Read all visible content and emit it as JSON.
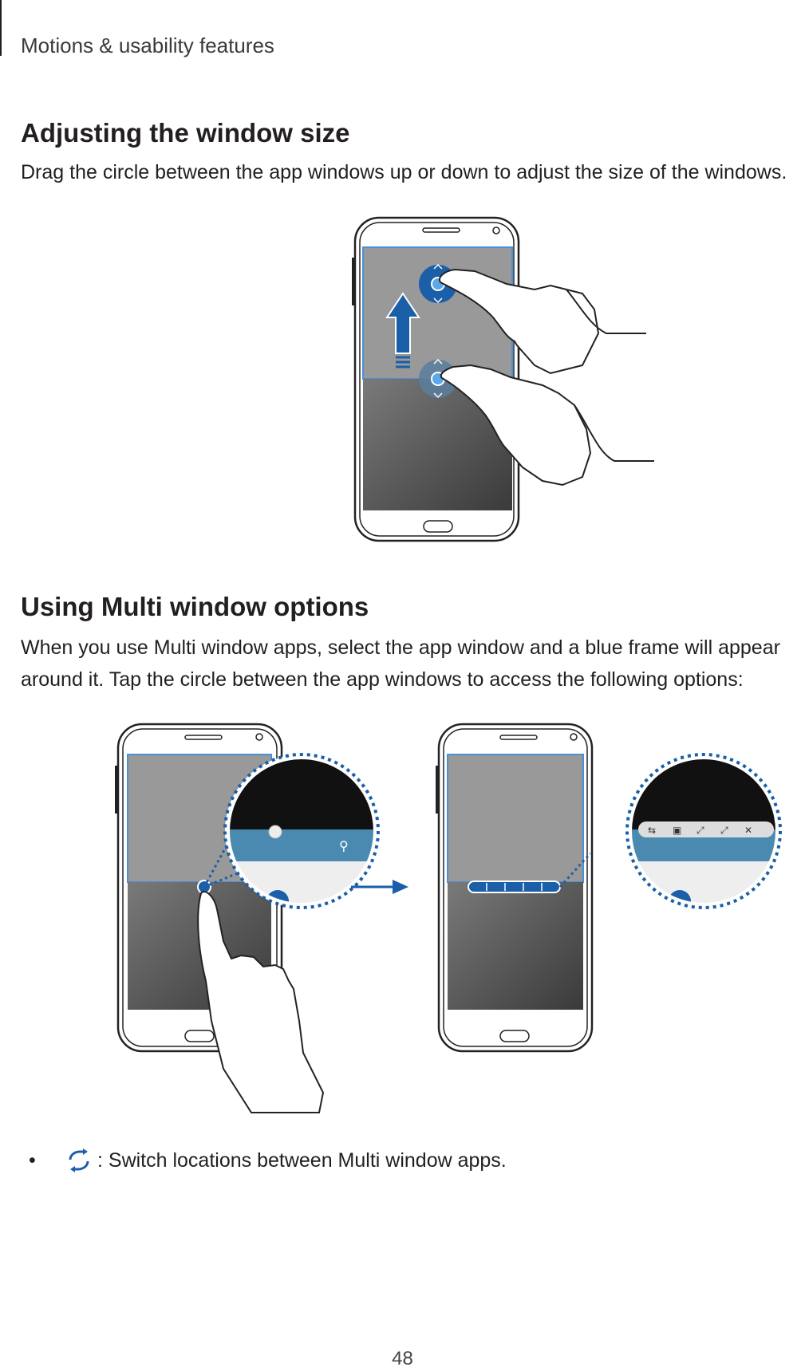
{
  "header": {
    "section": "Motions & usability features"
  },
  "section1": {
    "title": "Adjusting the window size",
    "body": "Drag the circle between the app windows up or down to adjust the size of the windows."
  },
  "section2": {
    "title": "Using Multi window options",
    "body_lines": [
      "When you use Multi window apps, select the app window and a blue frame will appear",
      "around it. Tap the circle between the app windows to access the following options:"
    ]
  },
  "options": [
    {
      "icon": "switch-locations-icon",
      "text": ": Switch locations between Multi window apps."
    }
  ],
  "page_number": "48",
  "colors": {
    "accent_blue": "#1a5fa8",
    "frame_blue": "#4a90d9",
    "screen_gray": "#999999",
    "screen_dark": "#555555"
  }
}
